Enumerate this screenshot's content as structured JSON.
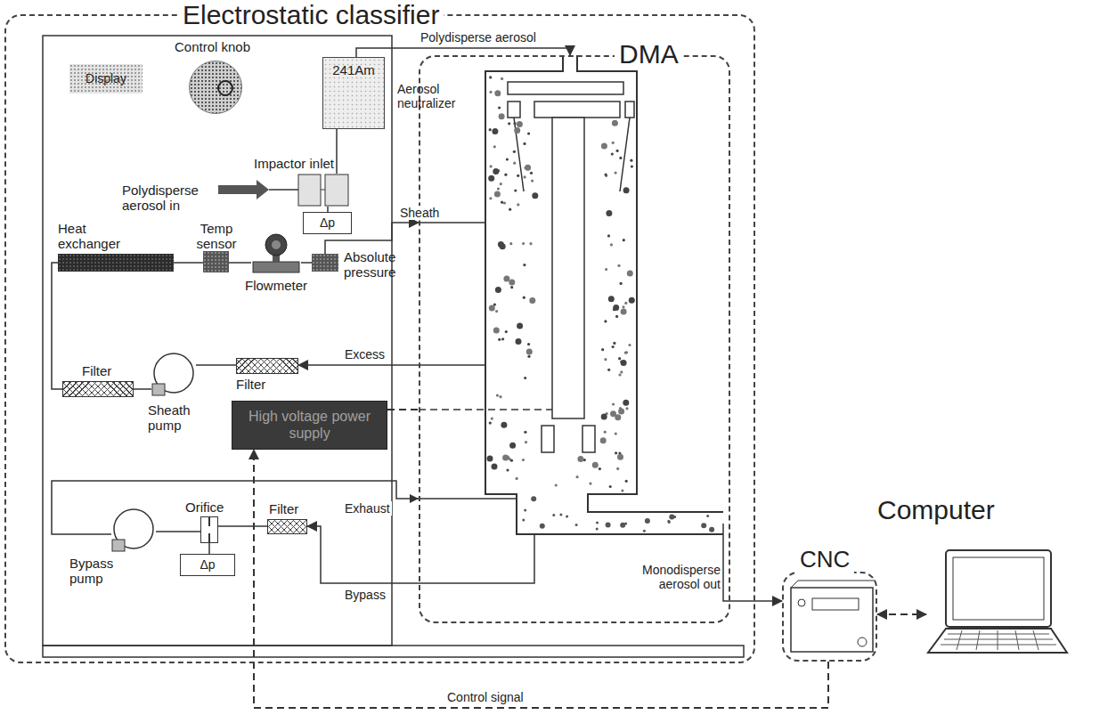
{
  "diagram": {
    "nodes": [
      {
        "text": [
          "Electrostatic classifier"
        ]
      },
      {
        "text": [
          "DMA"
        ],
        "in": 0
      },
      {
        "text": [
          "Display"
        ],
        "in": 0
      },
      {
        "text": [
          "Control knob"
        ],
        "in": 0
      },
      {
        "text": [
          "241Am",
          "Aerosol neutralizer"
        ],
        "in": 0
      },
      {
        "text": [
          "Impactor inlet"
        ],
        "in": 0
      },
      {
        "text": [
          "Δp"
        ],
        "in": 0
      },
      {
        "text": [
          "Heat exchanger"
        ],
        "in": 0
      },
      {
        "text": [
          "Temp sensor"
        ],
        "in": 0
      },
      {
        "text": [
          "Flowmeter"
        ],
        "in": 0
      },
      {
        "text": [
          "Absolute pressure"
        ],
        "in": 0
      },
      {
        "text": [
          "Filter"
        ],
        "in": 0
      },
      {
        "text": [
          "Sheath pump"
        ],
        "in": 0
      },
      {
        "text": [
          "Filter"
        ],
        "in": 0
      },
      {
        "text": [
          "High voltage power supply"
        ],
        "in": 0
      },
      {
        "text": [
          "Bypass pump"
        ],
        "in": 0
      },
      {
        "text": [
          "Orifice"
        ],
        "in": 0
      },
      {
        "text": [
          "Δp"
        ],
        "in": 0
      },
      {
        "text": [
          "Filter"
        ],
        "in": 0
      },
      {
        "text": [
          "CNC"
        ]
      },
      {
        "text": [
          "Computer"
        ]
      }
    ],
    "edges": [
      {
        "from": 5,
        "to": 4,
        "arrow": "none"
      },
      {
        "from": 4,
        "to": 1,
        "label": "Polydisperse aerosol",
        "arrow": "to"
      },
      {
        "from": 5,
        "to": 6,
        "arrow": "none"
      },
      {
        "from": 7,
        "to": 8,
        "arrow": "none"
      },
      {
        "from": 8,
        "to": 9,
        "arrow": "none"
      },
      {
        "from": 9,
        "to": 10,
        "arrow": "none"
      },
      {
        "from": 10,
        "to": 1,
        "label": "Sheath",
        "arrow": "to"
      },
      {
        "from": 1,
        "to": 13,
        "label": "Excess",
        "arrow": "to"
      },
      {
        "from": 13,
        "to": 12,
        "arrow": "none"
      },
      {
        "from": 12,
        "to": 11,
        "arrow": "none"
      },
      {
        "from": 11,
        "to": 7,
        "arrow": "none"
      },
      {
        "from": 1,
        "to": 18,
        "label": "Bypass",
        "arrow": "to"
      },
      {
        "from": 18,
        "to": 16,
        "arrow": "none"
      },
      {
        "from": 16,
        "to": 17,
        "arrow": "none"
      },
      {
        "from": 16,
        "to": 15,
        "arrow": "none"
      },
      {
        "from": 1,
        "to": 19,
        "arrow": "to"
      },
      {
        "from": 19,
        "to": 20,
        "arrow": "both"
      },
      {
        "from": 19,
        "to": 14,
        "label": "Control signal",
        "arrow": "to"
      },
      {
        "from": 14,
        "to": 1,
        "arrow": "none"
      }
    ],
    "labels": [
      "Polydisperse aerosol in",
      "Exhaust",
      "Monodisperse aerosol out"
    ]
  }
}
